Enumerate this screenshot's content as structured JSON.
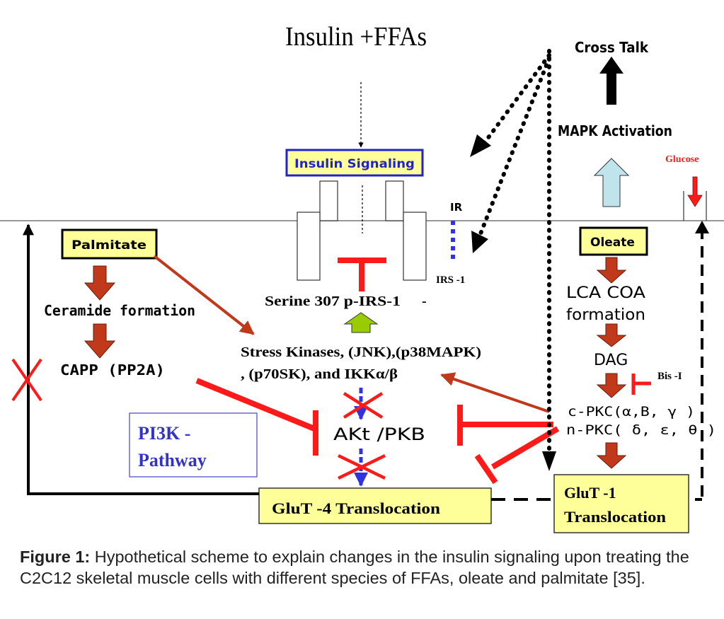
{
  "title": "Insulin +FFAs",
  "labels": {
    "cross_talk": "Cross Talk",
    "mapk_activation": "MAPK Activation",
    "glucose": "Glucose",
    "insulin_signaling": "Insulin Signaling",
    "ir": "IR",
    "irs1": "IRS -1",
    "palmitate": "Palmitate",
    "oleate": "Oleate",
    "ceramide": "Ceramide formation",
    "capp": "CAPP (PP2A)",
    "serine": "Serine 307 p-IRS-1",
    "serine_dash": "-",
    "stress_line1": "Stress Kinases, (JNK),(p38MAPK)",
    "stress_line2": ", (p70SK), and IKKα/β",
    "lca_line1": "LCA COA",
    "lca_line2": "formation",
    "dag": "DAG",
    "bis": "Bis -I",
    "cpkc": "c-PKC(α,B,  γ )",
    "npkc": "n-PKC(  δ,  ε,  θ  )",
    "akt": "AKt /PKB",
    "pi3k_line1": "PI3K  -",
    "pi3k_line2": "Pathway",
    "glut4": "GluT -4 Translocation",
    "glut1_line1": "GluT -1",
    "glut1_line2": "Translocation"
  },
  "caption": {
    "label": "Figure 1:",
    "text": " Hypothetical scheme to explain changes in the insulin signaling upon treating the C2C12 skeletal muscle cells with different species of FFAs, oleate and palmitate [35]."
  },
  "colors": {
    "inhibit_red": "#ff1a1a",
    "brown_arrow": "#c0391b",
    "yellow_box": "#ffff99",
    "blue_text": "#3333cc",
    "blue_dots": "#3333dd",
    "light_blue_arrow": "#bfe4ec",
    "green_arrow": "#99cc00",
    "black": "#000000"
  }
}
